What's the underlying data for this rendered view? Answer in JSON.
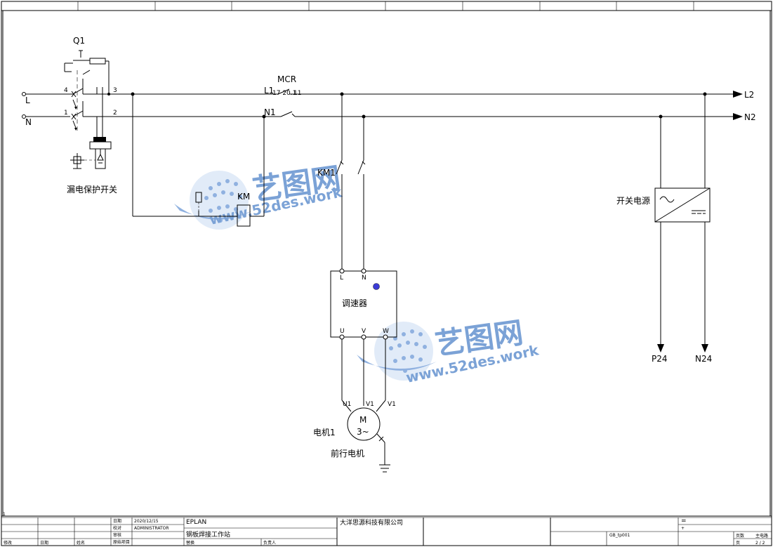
{
  "labels": {
    "q1": "Q1",
    "mcr": "MCR",
    "l1": "L1",
    "contact_ref": "17 20.1",
    "contact_ref2": "11",
    "n1": "N1",
    "terminal_3": "3",
    "terminal_2": "2",
    "terminal_4": "4",
    "terminal_1": "1",
    "input_l": "L",
    "input_n": "N",
    "output_l2": "L2",
    "output_n2": "N2",
    "rcd": "漏电保护开关",
    "km": "KM",
    "km1": "KM1",
    "psu": "开关电源",
    "vfd": "调速器",
    "vfd_l": "L",
    "vfd_n": "N",
    "vfd_u": "U",
    "vfd_v": "V",
    "vfd_w": "W",
    "u1": "U1",
    "v1a": "V1",
    "v1b": "V1",
    "motor_m": "M",
    "motor_3": "3~",
    "motor_name": "电机1",
    "motor_desc": "前行电机",
    "p24": "P24",
    "n24": "N24",
    "sheet_marker": "1"
  },
  "watermark": {
    "brand": "艺图网",
    "url": "www.52des.work"
  },
  "title_block": {
    "date_label": "日期",
    "date_value": "2020/12/15",
    "check_label": "校对",
    "check_value": "ADMINISTRATOR",
    "review_label": "审核",
    "original_label": "原始项目",
    "software": "EPLAN",
    "project": "钢板焊接工作站",
    "company": "大洋思源科技有限公司",
    "replace_label": "替换",
    "owner_label": "负责人",
    "modify_label": "修改",
    "date2_label": "日期",
    "name_label": "姓名",
    "drawing_no": "GB_tp001",
    "eq": "=",
    "plus": "+",
    "page_label": "页数",
    "page_value": "主电路",
    "sheet_label": "页",
    "sheet_value": "2 / 2"
  }
}
